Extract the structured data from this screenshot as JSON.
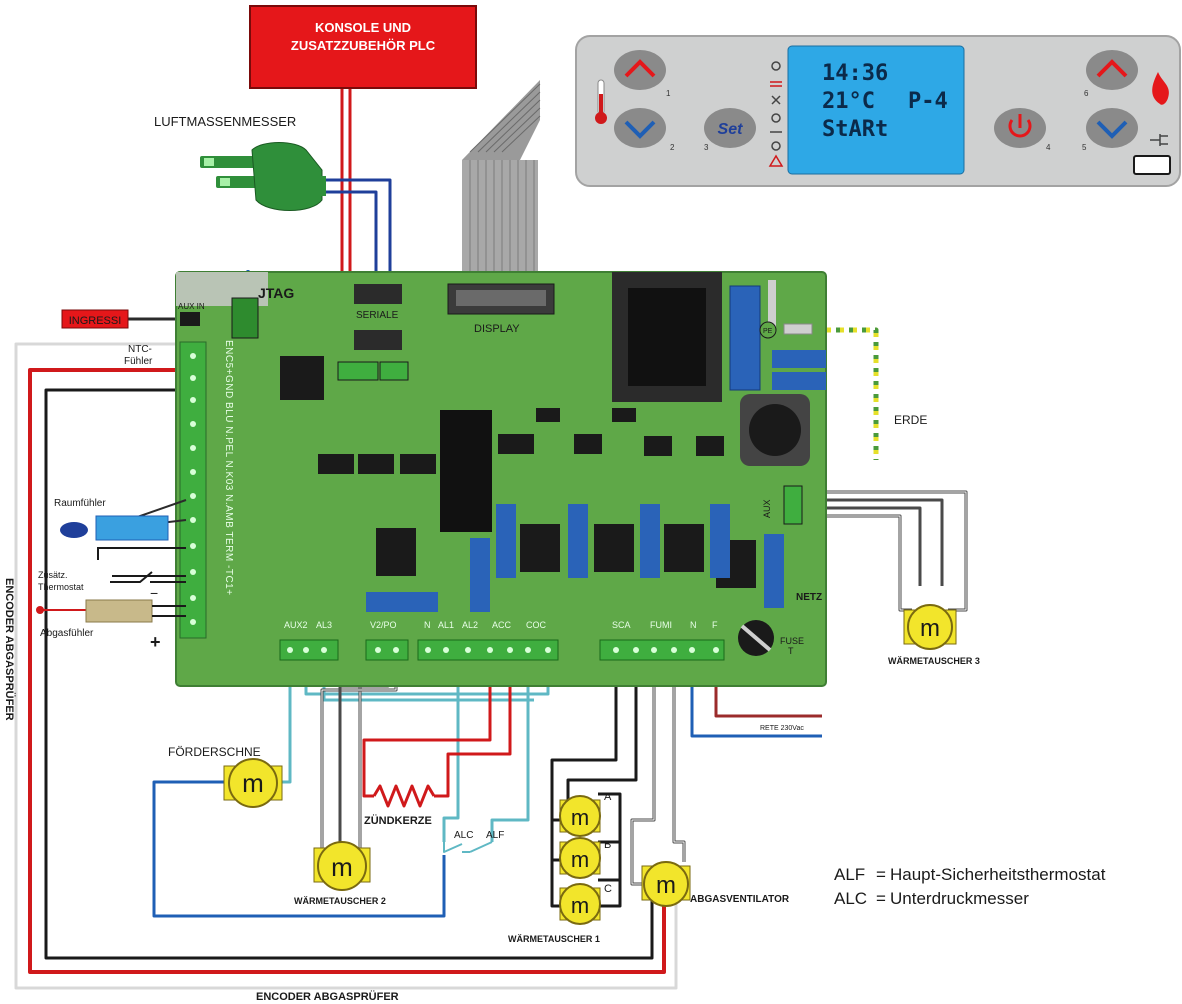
{
  "labels": {
    "plc_box": [
      "KONSOLE UND",
      "ZUSATZZUBEHÖR PLC"
    ],
    "air_mass_meter": "LUFTMASSENMESSER",
    "display": "DISPLAY",
    "ingressi": "INGRESSI",
    "aux_in": "AUX IN",
    "ntc": [
      "NTC-",
      "Fühler"
    ],
    "room_sensor": "Raumfühler",
    "extra_thermostat": [
      "Zusätz.",
      "Thermostat"
    ],
    "exhaust_sensor": "Abgasfühler",
    "encoder_side": "ENCODER ABGASPRÜFER",
    "encoder_bottom": "ENCODER ABGASPRÜFER",
    "jtag": "JTAG",
    "seriale": "SERIALE",
    "earth": "ERDE",
    "aux": "AUX",
    "netz": "NETZ",
    "fuse": [
      "FUSE",
      "T"
    ],
    "mains": "RETE 230Vac",
    "heat_exchanger_3": "WÄRMETAUSCHER 3",
    "heat_exchanger_2": "WÄRMETAUSCHER 2",
    "heat_exchanger_1": "WÄRMETAUSCHER 1",
    "conveyor": "FÖRDERSCHNE",
    "glow_plug": "ZÜNDKERZE",
    "exhaust_fan": "ABGASVENTILATOR",
    "alc": "ALC",
    "alf": "ALF",
    "motor_a": "A",
    "motor_b": "B",
    "motor_c": "C",
    "motor_glyph": "m",
    "plus": "+",
    "minus": "−"
  },
  "connector_labels": {
    "left_terminal": "ENC5+GND BLU N.PEL N.K03 N.AMB TERM -TC1+",
    "aux2": "AUX2",
    "al3": "AL3",
    "v2po": "V2/PO",
    "n": "N",
    "al1": "AL1",
    "al2": "AL2",
    "acc": "ACC",
    "coc": "COC",
    "sca": "SCA",
    "fumi": "FUMI",
    "n2": "N",
    "f": "F"
  },
  "legend": [
    {
      "key": "ALF",
      "desc": "Haupt-Sicherheitsthermostat"
    },
    {
      "key": "ALC",
      "desc": "Unterdruckmesser"
    }
  ],
  "panel": {
    "time": "14:36",
    "temp": "21°C",
    "program": "P-4",
    "status": "StARt",
    "set_label": "Set",
    "btn_nums": [
      "1",
      "2",
      "3",
      "4",
      "5",
      "6"
    ]
  },
  "colors": {
    "board": "#5fa848",
    "plc_box": "#e5171a",
    "panel": "#cfd0d0",
    "lcd": "#2ea8e6",
    "wire_red": "#d0191b",
    "wire_blue": "#1f5fb5",
    "wire_cyan": "#5fb8c4",
    "wire_black": "#1a1a1a",
    "wire_earth": "#e6e02a",
    "motor": "#f2e52b"
  }
}
